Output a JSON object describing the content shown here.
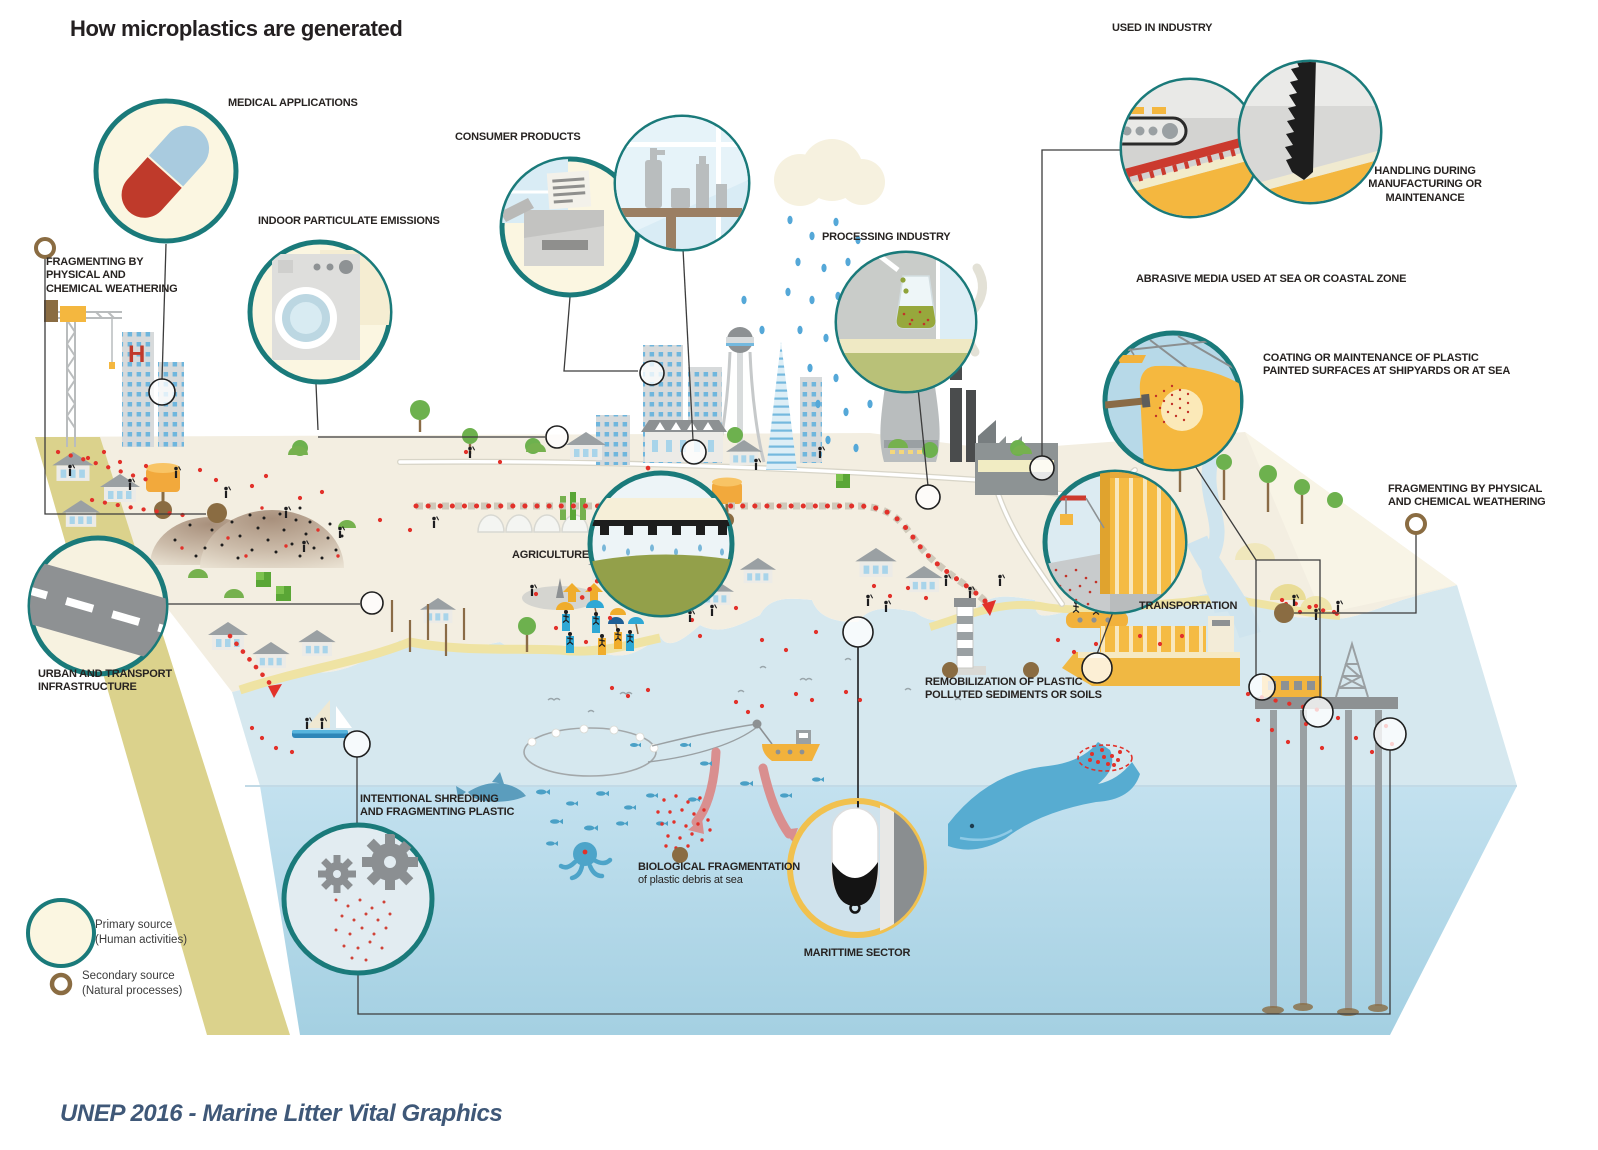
{
  "title": "How microplastics are generated",
  "footer": "UNEP 2016 - Marine Litter Vital Graphics",
  "hospital_letter": "H",
  "labels": {
    "medical": "MEDICAL APPLICATIONS",
    "consumer": "CONSUMER PRODUCTS",
    "indoor": "INDOOR PARTICULATE EMISSIONS",
    "processing": "PROCESSING INDUSTRY",
    "used_in_industry": "USED IN INDUSTRY",
    "handling_lines": [
      "HANDLING DURING",
      "MANUFACTURING OR",
      "MAINTENANCE"
    ],
    "abrasive": "ABRASIVE MEDIA USED AT SEA OR COASTAL ZONE",
    "coating_lines": [
      "COATING OR MAINTENANCE OF PLASTIC",
      "PAINTED SURFACES AT SHIPYARDS OR AT SEA"
    ],
    "fragmenting_left_lines": [
      "FRAGMENTING BY",
      "PHYSICAL AND",
      "CHEMICAL WEATHERING"
    ],
    "fragmenting_right_lines": [
      "FRAGMENTING BY PHYSICAL",
      "AND CHEMICAL WEATHERING"
    ],
    "urban_lines": [
      "URBAN AND TRANSPORT",
      "INFRASTRUCTURE"
    ],
    "agriculture": "AGRICULTURE",
    "transportation": "TRANSPORTATION",
    "remobilization_lines": [
      "REMOBILIZATION OF PLASTIC",
      "POLLUTED SEDIMENTS OR SOILS"
    ],
    "shredding_lines": [
      "INTENTIONAL SHREDDING",
      "AND FRAGMENTING PLASTIC"
    ],
    "biological_title": "BIOLOGICAL FRAGMENTATION",
    "biological_sub": "of plastic debris at sea",
    "maritime": "MARITTIME SECTOR"
  },
  "legend": {
    "primary_line1": "Primary source",
    "primary_line2": "(Human activities)",
    "secondary_line1": "Secondary source",
    "secondary_line2": "(Natural processes)"
  },
  "colors": {
    "teal_circle_border": "#1a7a7a",
    "cream_circle_fill": "#fbf6e1",
    "maritime_circle_border": "#f1c14f",
    "secondary_brown": "#8a6c42",
    "microplastic_red": "#e2312a",
    "accent_yellow": "#f4b73f",
    "land": "#f3eee1",
    "land_wall": "#dbd28c",
    "sea_surface": "#d6e8ef",
    "sea_front": "#b5dae9",
    "footer_blue": "#3f5878"
  }
}
